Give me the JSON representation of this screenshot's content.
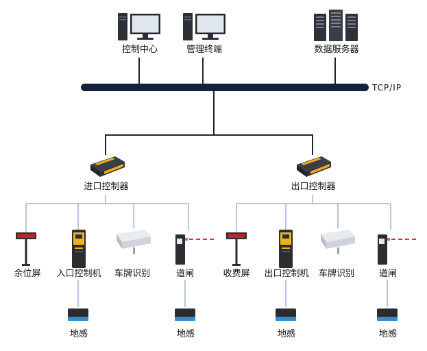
{
  "top_nodes": {
    "control_center": "控制中心",
    "management_terminal": "管理终端",
    "data_server": "数据服务器"
  },
  "network_label": "TCP/IP",
  "controllers": {
    "entry": "进口控制器",
    "exit": "出口控制器"
  },
  "entry_devices": {
    "remaining_display": "余位屏",
    "entry_machine": "入口控制机",
    "plate_recognition": "车牌识别",
    "barrier": "道闸",
    "loop_sensor_1": "地感",
    "loop_sensor_2": "地感"
  },
  "exit_devices": {
    "fee_display": "收费屏",
    "exit_machine": "出口控制机",
    "plate_recognition": "车牌识别",
    "barrier": "道闸",
    "loop_sensor_1": "地感",
    "loop_sensor_2": "地感"
  },
  "colors": {
    "bus": "#14213d",
    "line": "#1c2433",
    "branch": "#9fb3cc",
    "controller": "#f4a81c",
    "barrier_arm": "#e0312f"
  }
}
